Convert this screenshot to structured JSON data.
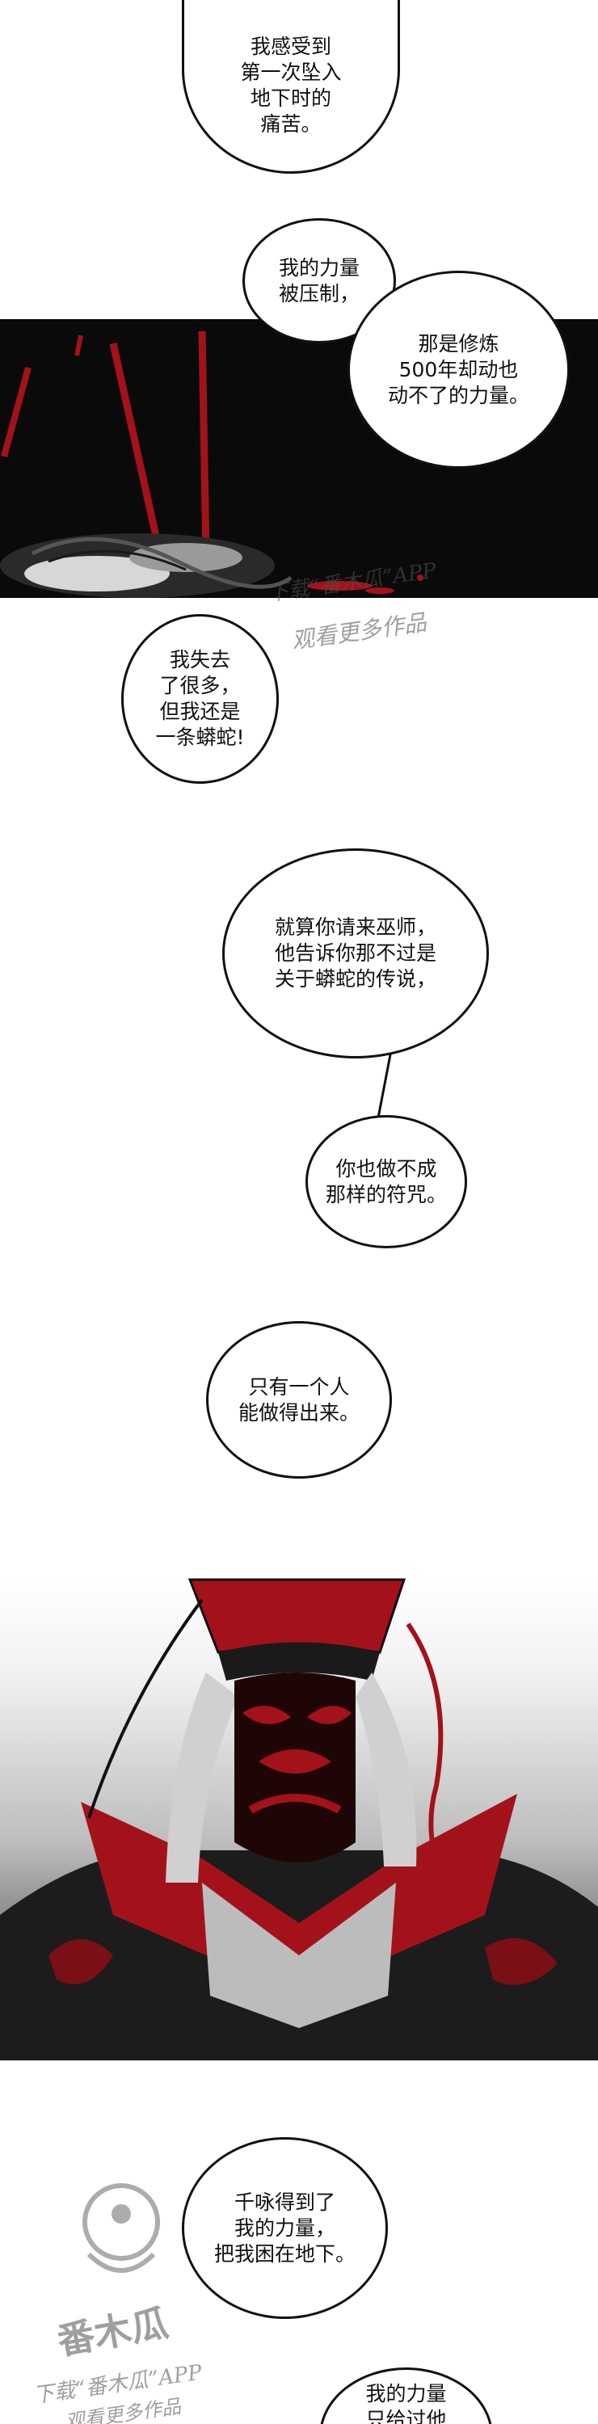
{
  "bubbles": {
    "b1": "我感受到\n第一次坠入\n地下时的\n痛苦。",
    "b2": "我的力量\n被压制，",
    "b3": "那是修炼\n500年却动也\n动不了的力量。",
    "b4": "我失去\n了很多，\n但我还是\n一条蟒蛇!",
    "b5": "就算你请来巫师，\n他告诉你那不过是\n关于蟒蛇的传说，",
    "b6": "你也做不成\n那样的符咒。",
    "b7": "只有一个人\n能做得出来。",
    "b8": "千咏得到了\n我的力量，\n把我困在地下。",
    "b9": "我的力量\n只给过他"
  },
  "watermark": {
    "line1": "下载“番木瓜”APP",
    "line2": "观看更多作品",
    "logo_text": "番木瓜",
    "bottom_line1": "下载“番木瓜”APP",
    "bottom_line2": "观看更多作品"
  },
  "colors": {
    "ink": "#111111",
    "blood_red": "#a3121b",
    "dark_panel": "#0a0a0a"
  }
}
